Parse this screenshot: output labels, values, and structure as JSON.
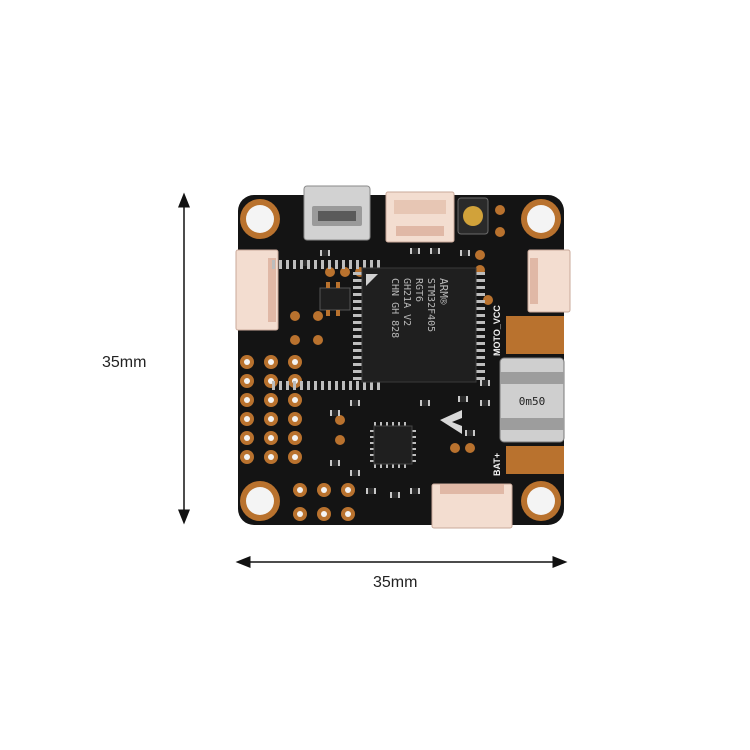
{
  "dimensions": {
    "height_label": "35mm",
    "width_label": "35mm"
  },
  "board": {
    "mcu_lines": [
      "ARM®",
      "STM32F405",
      "RGT6",
      "GH21A V2",
      "CHN GH 828"
    ],
    "silk_moto": "MOTO_VCC",
    "silk_bat": "BAT+",
    "shunt_label": "0m50",
    "colors": {
      "pcb": "#141414",
      "pad": "#b9722e",
      "connector": "#f3ddd0",
      "usb": "#c8c8c8",
      "button": "#d1a23a"
    }
  }
}
